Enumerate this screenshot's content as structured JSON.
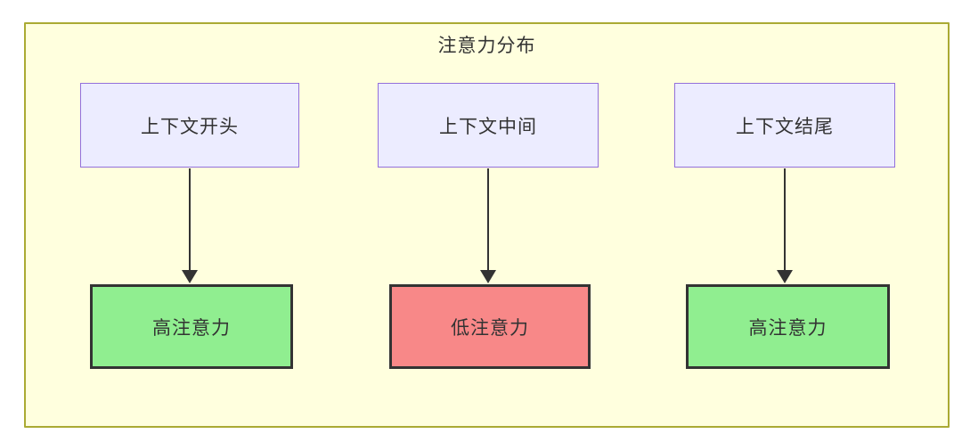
{
  "diagram": {
    "title": "注意力分布",
    "top_nodes": [
      {
        "id": "context-start",
        "label": "上下文开头"
      },
      {
        "id": "context-middle",
        "label": "上下文中间"
      },
      {
        "id": "context-end",
        "label": "上下文结尾"
      }
    ],
    "bottom_nodes": [
      {
        "id": "attention-left",
        "label": "高注意力",
        "level": "high"
      },
      {
        "id": "attention-middle",
        "label": "低注意力",
        "level": "low"
      },
      {
        "id": "attention-right",
        "label": "高注意力",
        "level": "high"
      }
    ],
    "edges": [
      {
        "from": "context-start",
        "to": "attention-left"
      },
      {
        "from": "context-middle",
        "to": "attention-middle"
      },
      {
        "from": "context-end",
        "to": "attention-right"
      }
    ]
  },
  "colors": {
    "container_fill": "#ffffde",
    "container_border": "#aaaa33",
    "top_node_fill": "#ececff",
    "top_node_border": "#9370db",
    "high_fill": "#90ee90",
    "low_fill": "#f88888",
    "bottom_node_border": "#333333",
    "arrow": "#333333",
    "text": "#333333"
  }
}
